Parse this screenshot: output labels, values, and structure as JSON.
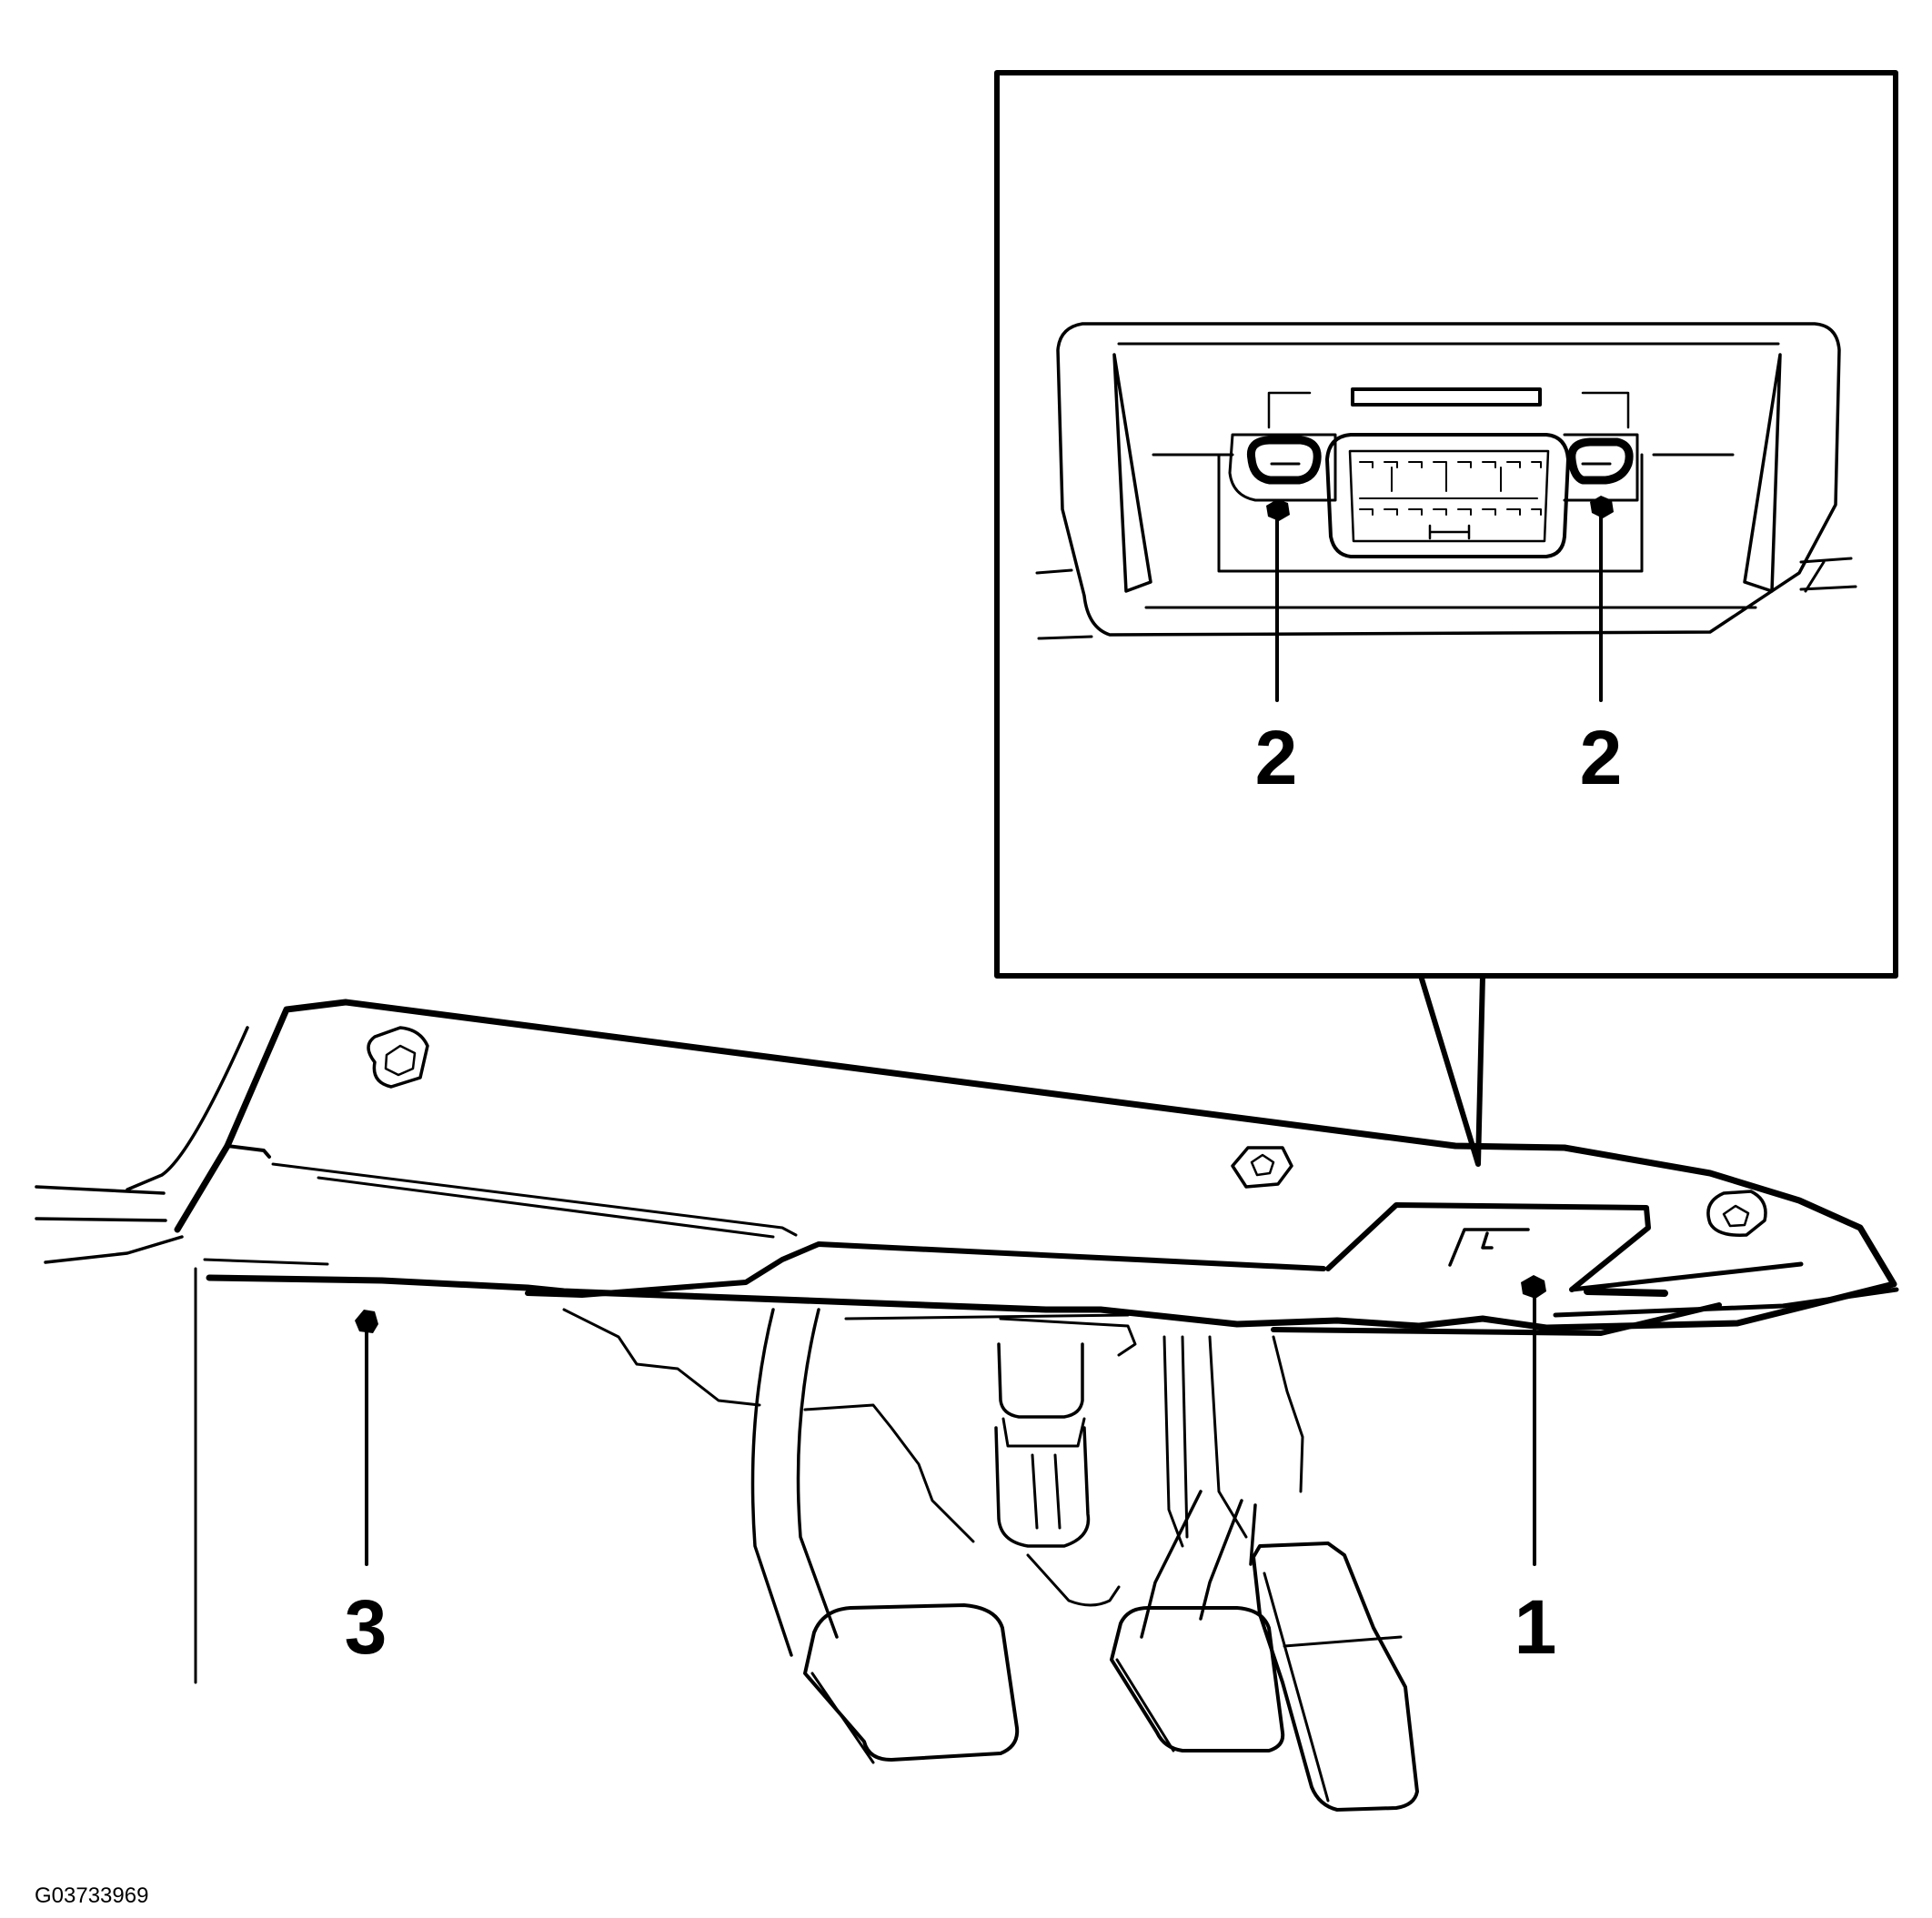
{
  "figure_id": "G03733969",
  "callouts": {
    "obd_connector": "1",
    "connector_fastener_left": "2",
    "connector_fastener_right": "2",
    "lower_dash_panel": "3"
  },
  "colors": {
    "line": "#000000",
    "background": "#ffffff"
  }
}
